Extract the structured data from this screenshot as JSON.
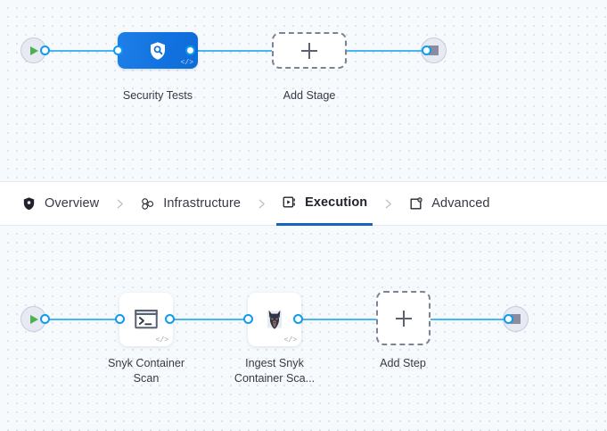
{
  "theme": {
    "canvas_bg": "#f7fafc",
    "dot_color": "#d3dce6",
    "link_color": "#46b7f2",
    "connector_ring": "#0c9bf0",
    "accent_blue": "#1565c0",
    "stage_blue": "#1273e0",
    "play_green": "#4caf50",
    "stop_gray": "#8a8ca0",
    "text_color": "#383946"
  },
  "tabs": {
    "items": [
      {
        "label": "Overview",
        "icon": "shield-icon",
        "active": false
      },
      {
        "label": "Infrastructure",
        "icon": "cluster-icon",
        "active": false
      },
      {
        "label": "Execution",
        "icon": "play-square-icon",
        "active": true
      },
      {
        "label": "Advanced",
        "icon": "gear-frame-icon",
        "active": false
      }
    ],
    "separator_icon": "chevron-right-icon"
  },
  "stages_canvas": {
    "start_node": {
      "name": "pipeline-start",
      "icon": "play-icon"
    },
    "end_node": {
      "name": "pipeline-end",
      "icon": "stop-icon"
    },
    "stages": [
      {
        "label": "Security Tests",
        "icon": "shield-search-icon",
        "code_marker": "</>",
        "type": "stage"
      },
      {
        "label": "Add Stage",
        "icon": "plus-icon",
        "type": "add"
      }
    ]
  },
  "steps_canvas": {
    "start_node": {
      "name": "execution-start",
      "icon": "play-icon"
    },
    "end_node": {
      "name": "execution-end",
      "icon": "stop-icon"
    },
    "steps": [
      {
        "label": "Snyk Container\nScan",
        "icon": "terminal-icon",
        "code_marker": "</>",
        "type": "step"
      },
      {
        "label": "Ingest Snyk\nContainer Sca...",
        "icon": "snyk-dog-icon",
        "code_marker": "</>",
        "type": "step"
      },
      {
        "label": "Add Step",
        "icon": "plus-icon",
        "type": "add"
      }
    ]
  }
}
